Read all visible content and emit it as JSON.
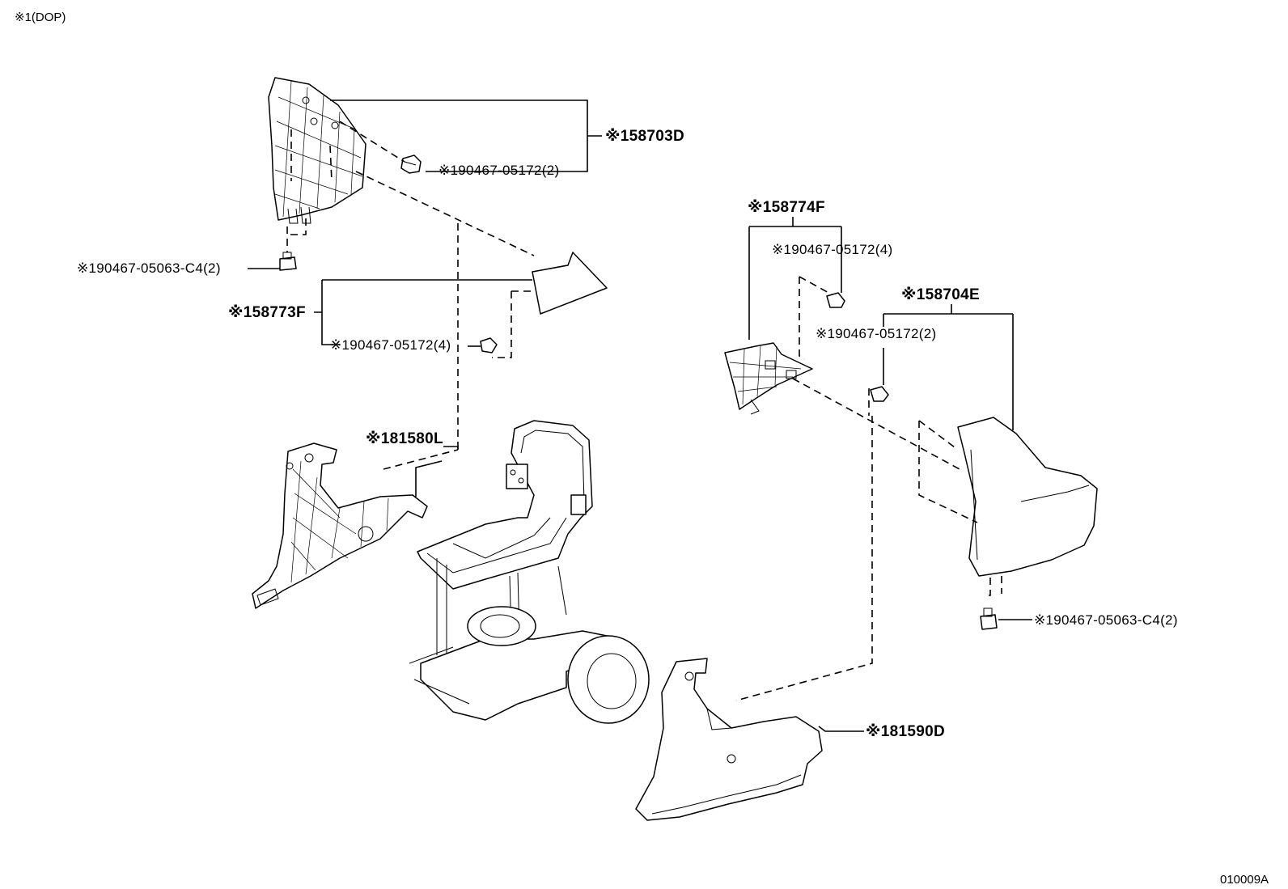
{
  "note": "※1(DOP)",
  "diagram_code": "010009A",
  "parts": [
    {
      "id": "p158703D",
      "label": "※158703D"
    },
    {
      "id": "p190467_05172_2_a",
      "label": "※190467-05172(2)"
    },
    {
      "id": "p190467_05063_a",
      "label": "※190467-05063-C4(2)"
    },
    {
      "id": "p158773F",
      "label": "※158773F"
    },
    {
      "id": "p190467_05172_4_a",
      "label": "※190467-05172(4)"
    },
    {
      "id": "p181580L",
      "label": "※181580L"
    },
    {
      "id": "p158774F",
      "label": "※158774F"
    },
    {
      "id": "p190467_05172_4_b",
      "label": "※190467-05172(4)"
    },
    {
      "id": "p158704E",
      "label": "※158704E"
    },
    {
      "id": "p190467_05172_2_b",
      "label": "※190467-05172(2)"
    },
    {
      "id": "p190467_05063_b",
      "label": "※190467-05063-C4(2)"
    },
    {
      "id": "p181590D",
      "label": "※181590D"
    }
  ]
}
